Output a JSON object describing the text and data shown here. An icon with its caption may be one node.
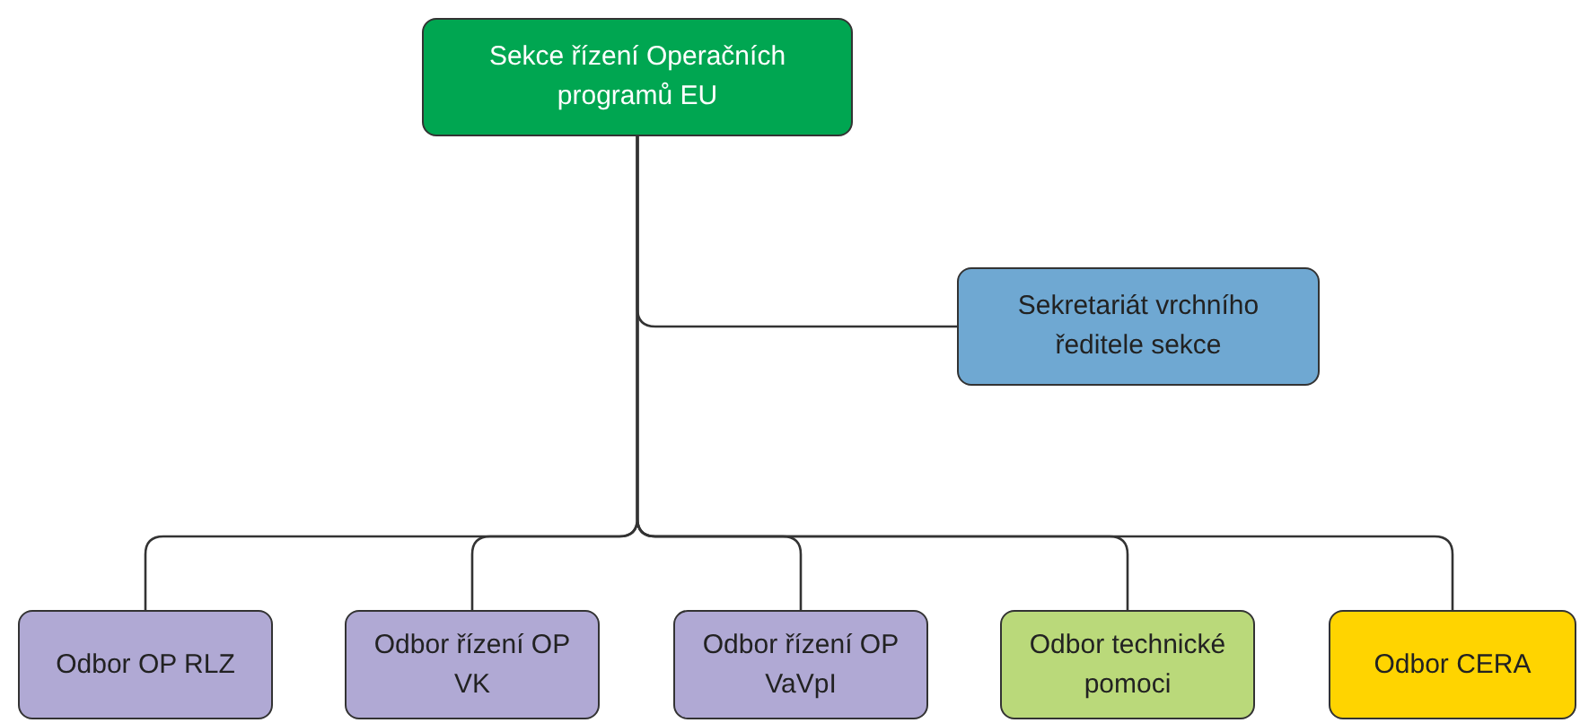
{
  "diagram": {
    "nodes": [
      {
        "text": [
          "Sekce řízení Operačních programů EU"
        ]
      },
      {
        "text": [
          "Sekretariát vrchního ředitele sekce"
        ]
      },
      {
        "text": [
          "Odbor OP RLZ"
        ]
      },
      {
        "text": [
          "Odbor řízení OP VK"
        ]
      },
      {
        "text": [
          "Odbor řízení OP VaVpI"
        ]
      },
      {
        "text": [
          "Odbor technické pomoci"
        ]
      },
      {
        "text": [
          "Odbor CERA"
        ]
      }
    ],
    "edges": [
      {
        "from": 0,
        "to": 1,
        "arrow": "none"
      },
      {
        "from": 0,
        "to": 2,
        "arrow": "none"
      },
      {
        "from": 0,
        "to": 3,
        "arrow": "none"
      },
      {
        "from": 0,
        "to": 4,
        "arrow": "none"
      },
      {
        "from": 0,
        "to": 5,
        "arrow": "none"
      },
      {
        "from": 0,
        "to": 6,
        "arrow": "none"
      }
    ]
  }
}
